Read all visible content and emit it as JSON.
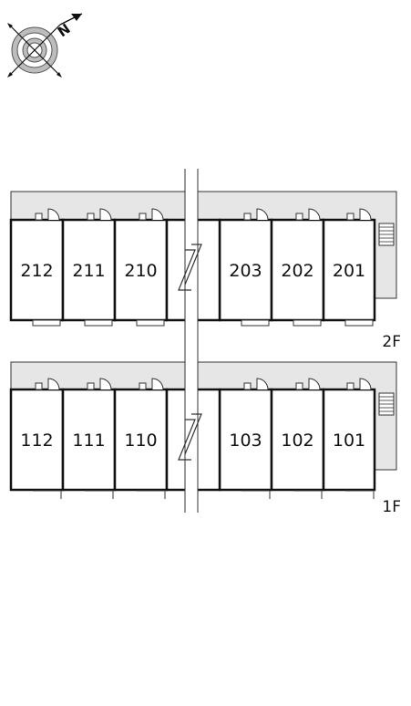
{
  "compass": {
    "north_letter": "N",
    "icon": "compass-rose-icon"
  },
  "floors": [
    {
      "label": "2F",
      "rooms": [
        "212",
        "211",
        "210",
        "203",
        "202",
        "201"
      ]
    },
    {
      "label": "1F",
      "rooms": [
        "112",
        "111",
        "110",
        "103",
        "102",
        "101"
      ]
    }
  ],
  "colors": {
    "corridor": "#e6e6e6",
    "wall": "#111111",
    "background": "#ffffff"
  }
}
